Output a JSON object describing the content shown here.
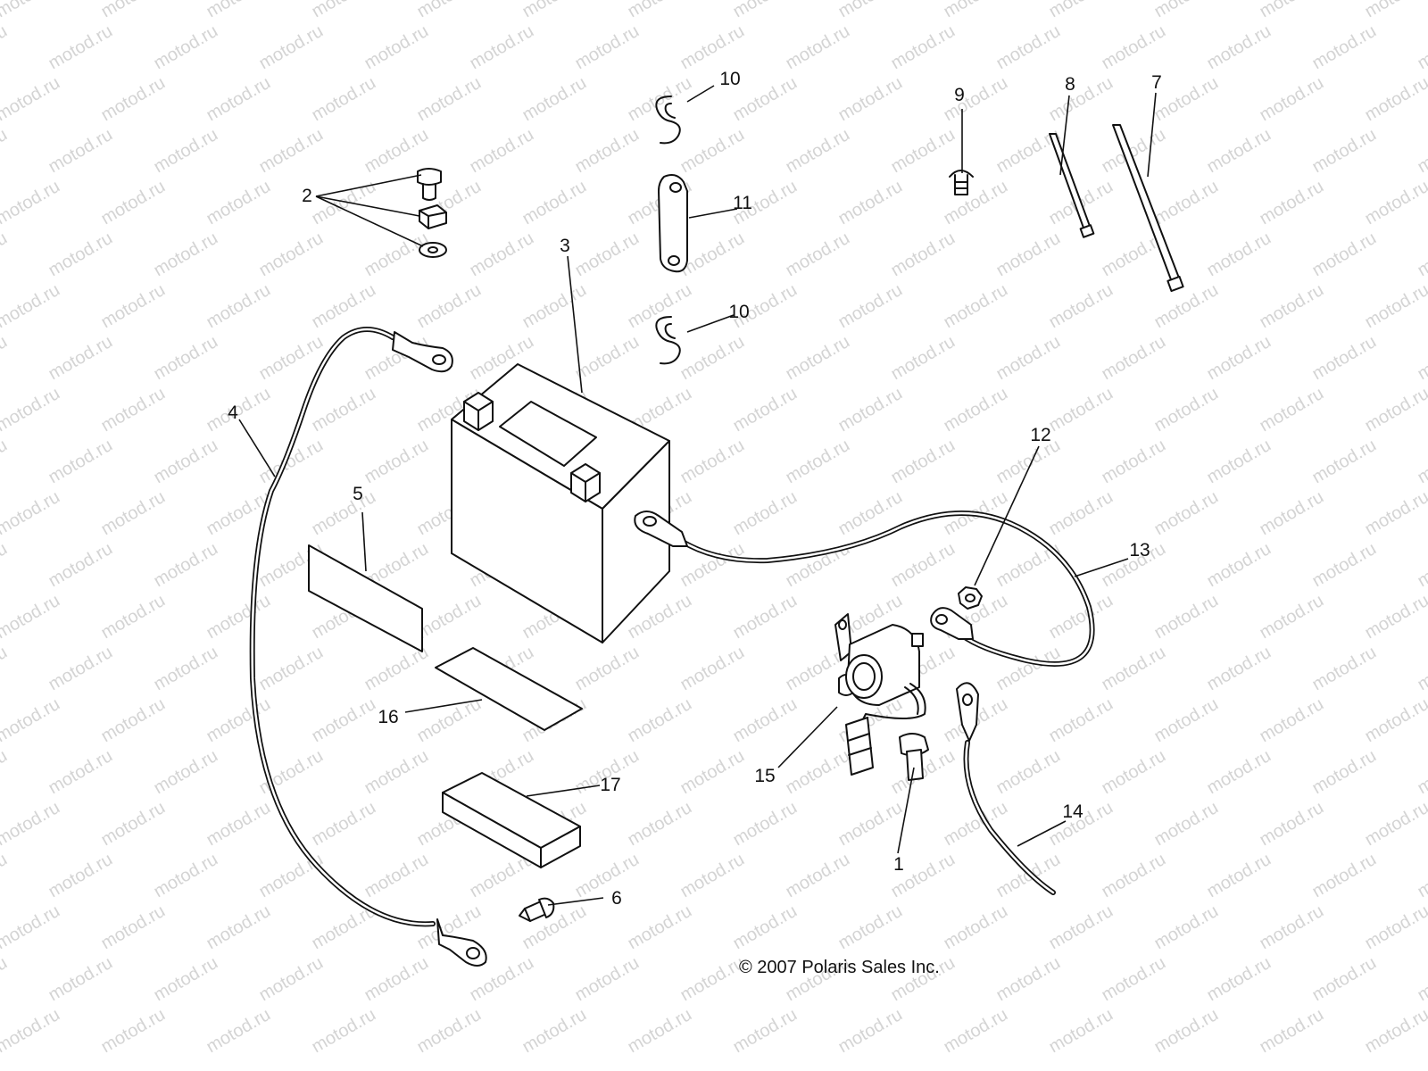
{
  "watermark": "motod.ru",
  "copyright": "© 2007 Polaris Sales Inc.",
  "callouts": {
    "p1": "1",
    "p2": "2",
    "p3": "3",
    "p4": "4",
    "p5": "5",
    "p6": "6",
    "p7": "7",
    "p8": "8",
    "p9": "9",
    "p10a": "10",
    "p10b": "10",
    "p11": "11",
    "p12": "12",
    "p13": "13",
    "p14": "14",
    "p15": "15",
    "p16": "16",
    "p17": "17"
  }
}
